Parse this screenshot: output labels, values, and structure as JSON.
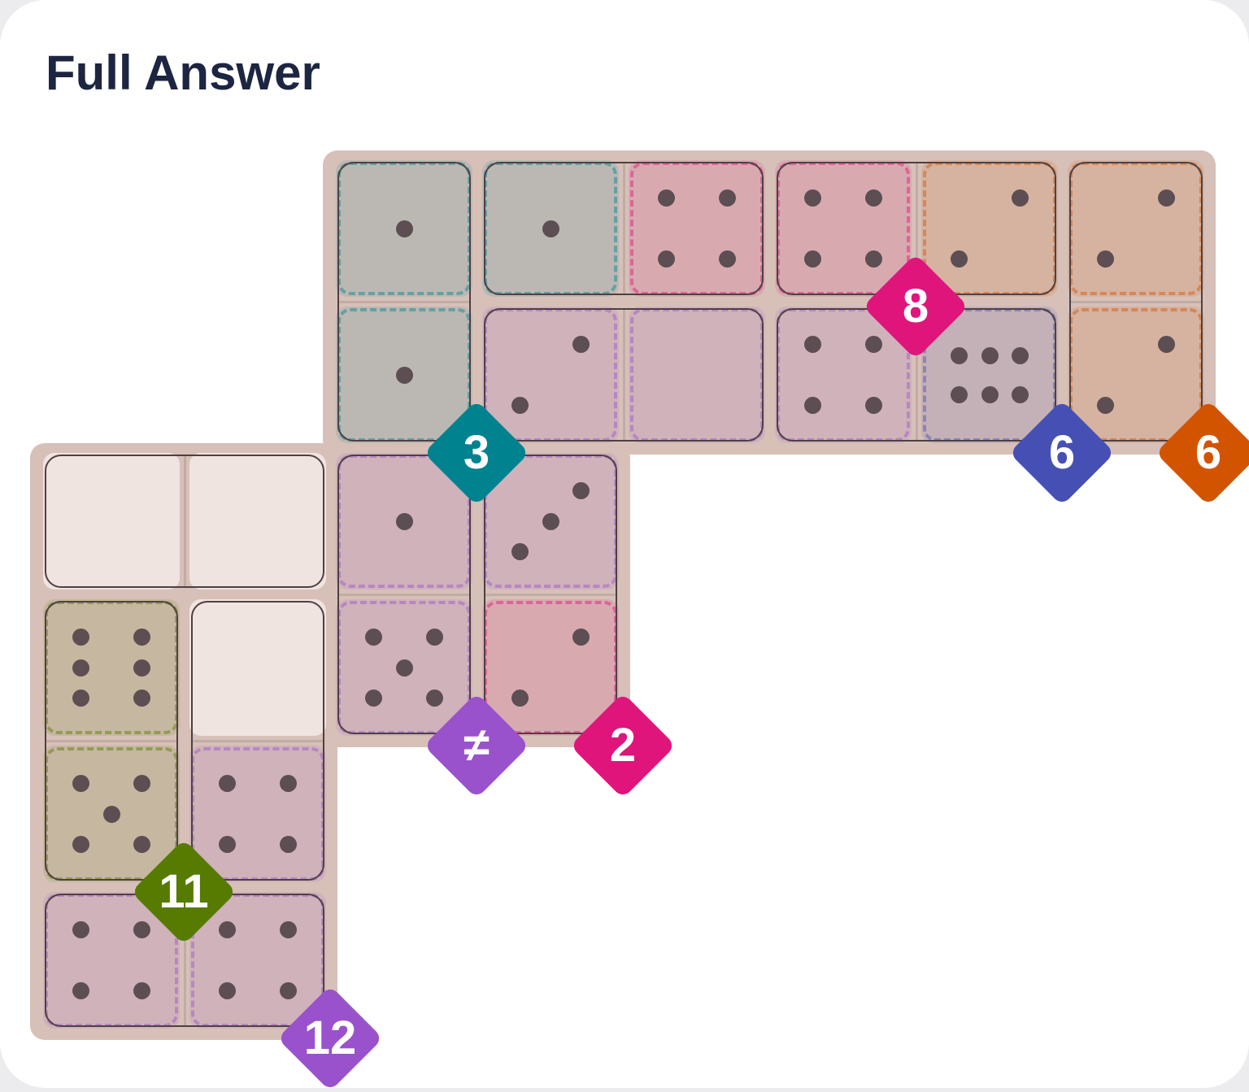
{
  "title": "Full Answer",
  "colors": {
    "teal": "#00838f",
    "pink": "#e0157c",
    "orange": "#d35400",
    "purple": "#9a52cc",
    "indigo": "#4650b4",
    "olive": "#567b00",
    "cell_empty": "#efe4e0",
    "board": "#d7c0b8"
  },
  "cells": [
    {
      "col": 2,
      "row": 0,
      "pips": 1,
      "region": "teal"
    },
    {
      "col": 3,
      "row": 0,
      "pips": 1,
      "region": "teal"
    },
    {
      "col": 4,
      "row": 0,
      "pips": 4,
      "region": "pink"
    },
    {
      "col": 5,
      "row": 0,
      "pips": 4,
      "region": "pink"
    },
    {
      "col": 6,
      "row": 0,
      "pips": 2,
      "region": "orange"
    },
    {
      "col": 7,
      "row": 0,
      "pips": 2,
      "region": "orange"
    },
    {
      "col": 2,
      "row": 1,
      "pips": 1,
      "region": "teal"
    },
    {
      "col": 3,
      "row": 1,
      "pips": 2,
      "region": "purple"
    },
    {
      "col": 4,
      "row": 1,
      "pips": 0,
      "region": "purple"
    },
    {
      "col": 5,
      "row": 1,
      "pips": 4,
      "region": "purple"
    },
    {
      "col": 6,
      "row": 1,
      "pips": 6,
      "region": "indigo"
    },
    {
      "col": 7,
      "row": 1,
      "pips": 2,
      "region": "orange"
    },
    {
      "col": 0,
      "row": 2,
      "pips": null,
      "region": null
    },
    {
      "col": 1,
      "row": 2,
      "pips": null,
      "region": null
    },
    {
      "col": 2,
      "row": 2,
      "pips": 1,
      "region": "purple"
    },
    {
      "col": 3,
      "row": 2,
      "pips": 3,
      "region": "purple"
    },
    {
      "col": 0,
      "row": 3,
      "pips": 6,
      "region": "olive"
    },
    {
      "col": 1,
      "row": 3,
      "pips": null,
      "region": null
    },
    {
      "col": 2,
      "row": 3,
      "pips": 5,
      "region": "purple"
    },
    {
      "col": 3,
      "row": 3,
      "pips": 2,
      "region": "pink"
    },
    {
      "col": 0,
      "row": 4,
      "pips": 5,
      "region": "olive"
    },
    {
      "col": 1,
      "row": 4,
      "pips": 4,
      "region": "purple"
    },
    {
      "col": 0,
      "row": 5,
      "pips": 4,
      "region": "purple"
    },
    {
      "col": 1,
      "row": 5,
      "pips": 4,
      "region": "purple"
    }
  ],
  "dominoes": [
    {
      "cells": [
        [
          2,
          0
        ],
        [
          2,
          1
        ]
      ]
    },
    {
      "cells": [
        [
          3,
          0
        ],
        [
          4,
          0
        ]
      ]
    },
    {
      "cells": [
        [
          5,
          0
        ],
        [
          6,
          0
        ]
      ]
    },
    {
      "cells": [
        [
          7,
          0
        ],
        [
          7,
          1
        ]
      ]
    },
    {
      "cells": [
        [
          3,
          1
        ],
        [
          4,
          1
        ]
      ]
    },
    {
      "cells": [
        [
          5,
          1
        ],
        [
          6,
          1
        ]
      ]
    },
    {
      "cells": [
        [
          0,
          2
        ],
        [
          1,
          2
        ]
      ]
    },
    {
      "cells": [
        [
          2,
          2
        ],
        [
          2,
          3
        ]
      ]
    },
    {
      "cells": [
        [
          3,
          2
        ],
        [
          3,
          3
        ]
      ]
    },
    {
      "cells": [
        [
          0,
          3
        ],
        [
          0,
          4
        ]
      ]
    },
    {
      "cells": [
        [
          1,
          3
        ],
        [
          1,
          4
        ]
      ]
    },
    {
      "cells": [
        [
          0,
          5
        ],
        [
          1,
          5
        ]
      ]
    }
  ],
  "regions": [
    {
      "name": "teal-region",
      "color": "teal",
      "label": "3",
      "cells": [
        [
          2,
          0
        ],
        [
          3,
          0
        ],
        [
          2,
          1
        ]
      ],
      "badge": [
        3,
        2
      ]
    },
    {
      "name": "pink-region-top",
      "color": "pink",
      "label": "8",
      "cells": [
        [
          4,
          0
        ],
        [
          5,
          0
        ]
      ],
      "badge": [
        6,
        1
      ]
    },
    {
      "name": "orange-region",
      "color": "orange",
      "label": "6",
      "cells": [
        [
          6,
          0
        ],
        [
          7,
          0
        ],
        [
          7,
          1
        ]
      ],
      "badge": [
        8,
        2
      ]
    },
    {
      "name": "purple-region-top",
      "color": "purple",
      "label": "",
      "cells": [
        [
          3,
          1
        ],
        [
          4,
          1
        ],
        [
          5,
          1
        ]
      ],
      "badge": null
    },
    {
      "name": "indigo-region",
      "color": "indigo",
      "label": "6",
      "cells": [
        [
          6,
          1
        ]
      ],
      "badge": [
        7,
        2
      ]
    },
    {
      "name": "purple-region-unequal",
      "color": "purple",
      "label": "≠",
      "cells": [
        [
          2,
          2
        ],
        [
          3,
          2
        ],
        [
          2,
          3
        ]
      ],
      "badge": [
        3,
        4
      ]
    },
    {
      "name": "pink-region-bottom",
      "color": "pink",
      "label": "2",
      "cells": [
        [
          3,
          3
        ]
      ],
      "badge": [
        4,
        4
      ]
    },
    {
      "name": "olive-region",
      "color": "olive",
      "label": "11",
      "cells": [
        [
          0,
          3
        ],
        [
          0,
          4
        ]
      ],
      "badge": [
        1,
        5
      ]
    },
    {
      "name": "purple-region-bottom",
      "color": "purple",
      "label": "12",
      "cells": [
        [
          1,
          4
        ],
        [
          0,
          5
        ],
        [
          1,
          5
        ]
      ],
      "badge": [
        2,
        6
      ]
    }
  ]
}
